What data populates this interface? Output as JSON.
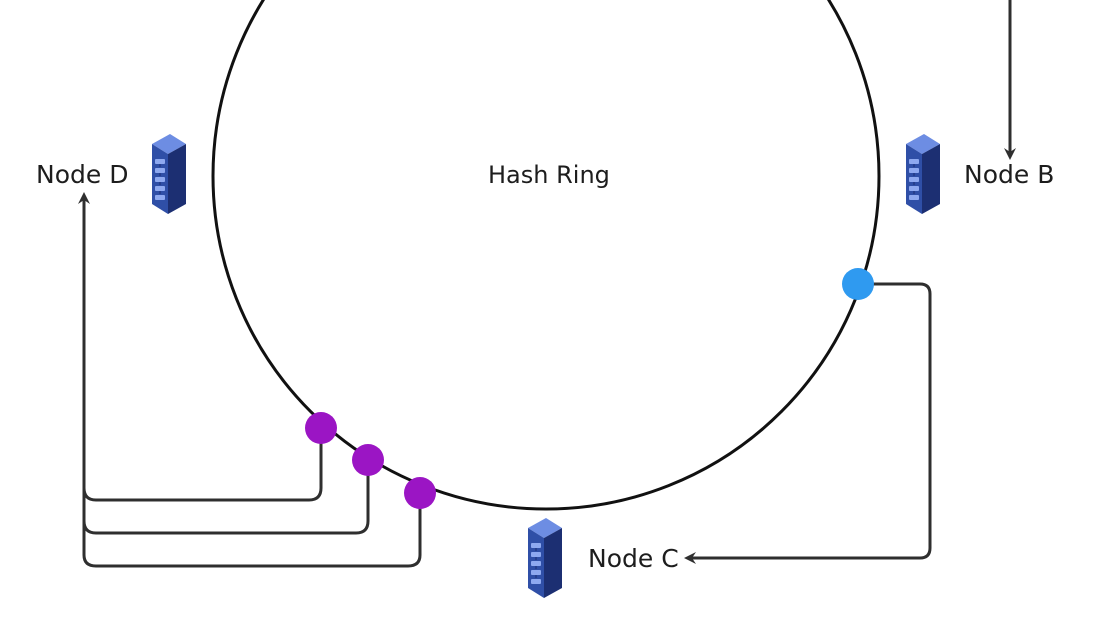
{
  "diagram": {
    "ring_label": "Hash Ring",
    "nodes": {
      "d": {
        "label": "Node D",
        "icon": "server-rack-icon"
      },
      "b": {
        "label": "Node B",
        "icon": "server-rack-icon"
      },
      "c": {
        "label": "Node C",
        "icon": "server-rack-icon"
      }
    },
    "colors": {
      "ring_stroke": "#111111",
      "connector_stroke": "#2f2f2f",
      "key_point_blue": "#2f9af0",
      "key_point_purple": "#9b15c4",
      "server_body": "#2f4fa7",
      "server_dark": "#1c2f72",
      "server_highlight": "#6d8de3"
    }
  }
}
